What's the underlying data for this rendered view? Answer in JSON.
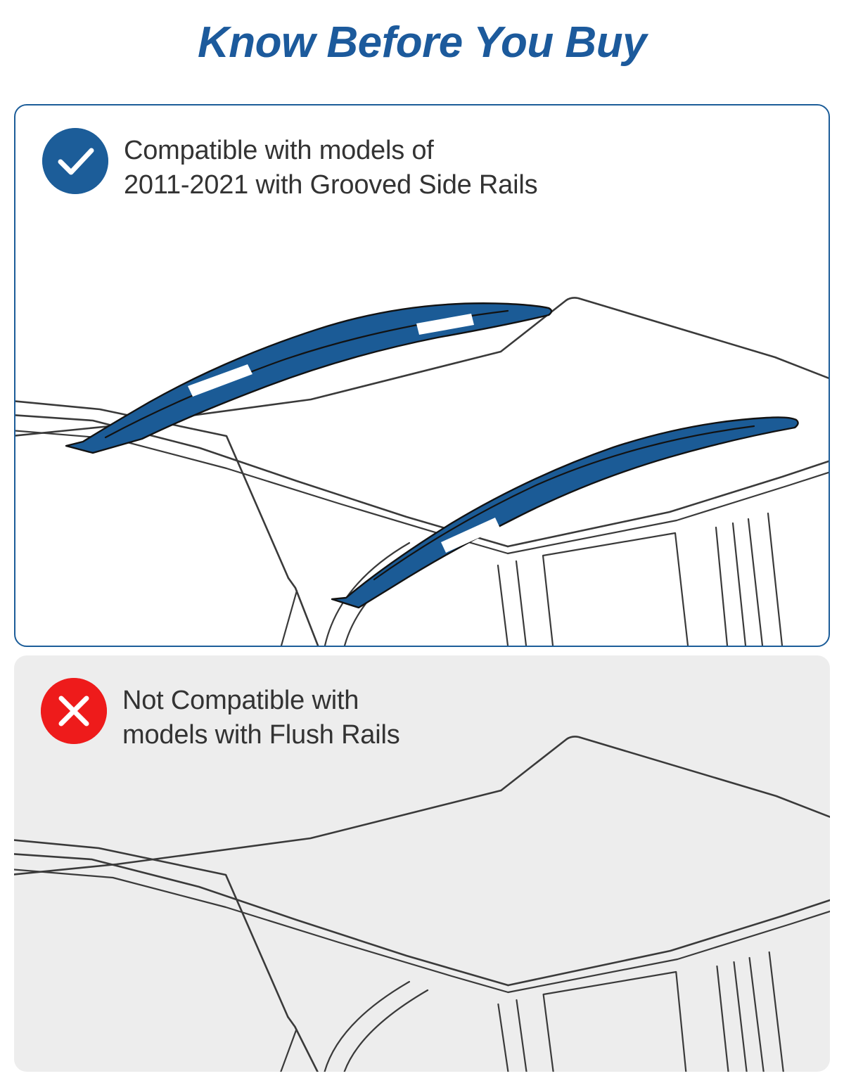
{
  "page": {
    "title": "Know Before You Buy",
    "background_color": "#ffffff",
    "title_color": "#1c5a9c"
  },
  "compatible_card": {
    "badge_icon": "check-circle-icon",
    "badge_color": "#1c5d99",
    "heading": "Compatible with models of\n2011-2021 with Grooved Side Rails",
    "heading_line_1": "Compatible with models of",
    "heading_line_2": "2011-2021 with Grooved Side Rails",
    "border_color": "#1c5d99",
    "background_color": "#ffffff",
    "illustration": {
      "description": "car-roof-with-grooved-side-rails",
      "rail_color": "#1b5b96",
      "rail_count": 2,
      "notch_color": "#ffffff",
      "line_color": "#3a3a3a"
    }
  },
  "incompatible_card": {
    "badge_icon": "x-circle-icon",
    "badge_color": "#ee1b1b",
    "heading": "Not Compatible with\nmodels with Flush Rails",
    "heading_line_1": "Not Compatible with",
    "heading_line_2": "models with Flush Rails",
    "background_color": "#ededed",
    "illustration": {
      "description": "car-roof-with-flush-rails",
      "rail_count": 0,
      "line_color": "#3a3a3a"
    }
  }
}
